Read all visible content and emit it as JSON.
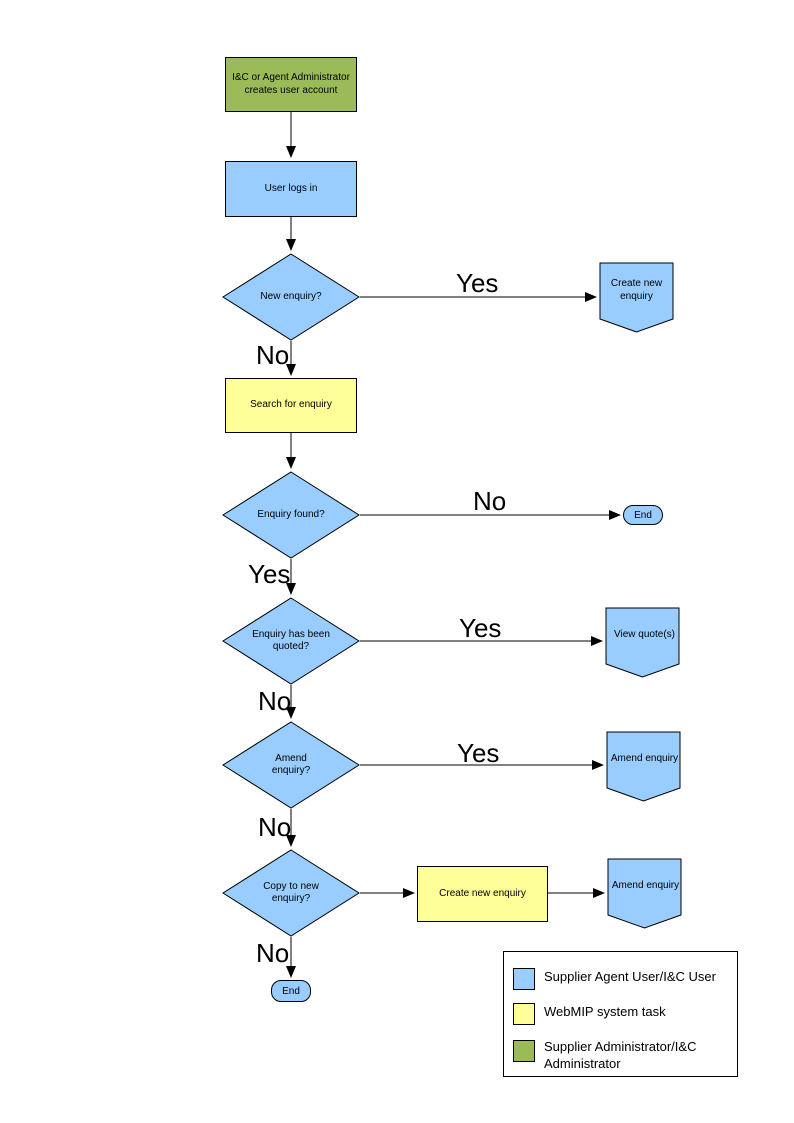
{
  "colors": {
    "blue": "#99CCFF",
    "yellow": "#FFFF99",
    "green": "#9BBB59",
    "border": "#000000",
    "background": "#FFFFFF"
  },
  "nodes": {
    "create_account": {
      "label": "I&C or Agent Administrator creates user account"
    },
    "user_logs_in": {
      "label": "User logs in"
    },
    "new_enquiry": {
      "label": "New enquiry?"
    },
    "create_new_enquiry_top": {
      "label": "Create new enquiry"
    },
    "search_for_enquiry": {
      "label": "Search for enquiry"
    },
    "enquiry_found": {
      "label": "Enquiry found?"
    },
    "end_right": {
      "label": "End"
    },
    "enquiry_quoted": {
      "label": "Enquiry has been quoted?"
    },
    "view_quotes": {
      "label": "View quote(s)"
    },
    "amend_enquiry_q": {
      "label": "Amend enquiry?"
    },
    "amend_enquiry_yes": {
      "label": "Amend enquiry"
    },
    "copy_to_new": {
      "label": "Copy to new enquiry?"
    },
    "create_new_enquiry_bottom": {
      "label": "Create new enquiry"
    },
    "amend_enquiry_copy": {
      "label": "Amend enquiry"
    },
    "end_bottom": {
      "label": "End"
    }
  },
  "edge_labels": {
    "yes_new_enquiry": "Yes",
    "no_new_enquiry": "No",
    "no_enquiry_found": "No",
    "yes_enquiry_found": "Yes",
    "yes_quoted": "Yes",
    "no_quoted": "No",
    "yes_amend": "Yes",
    "no_amend": "No",
    "no_copy": "No"
  },
  "legend": {
    "items": [
      {
        "color": "#99CCFF",
        "label": "Supplier Agent User/I&C User"
      },
      {
        "color": "#FFFF99",
        "label": "WebMIP system task"
      },
      {
        "color": "#9BBB59",
        "label": "Supplier Administrator/I&C Administrator"
      }
    ]
  }
}
